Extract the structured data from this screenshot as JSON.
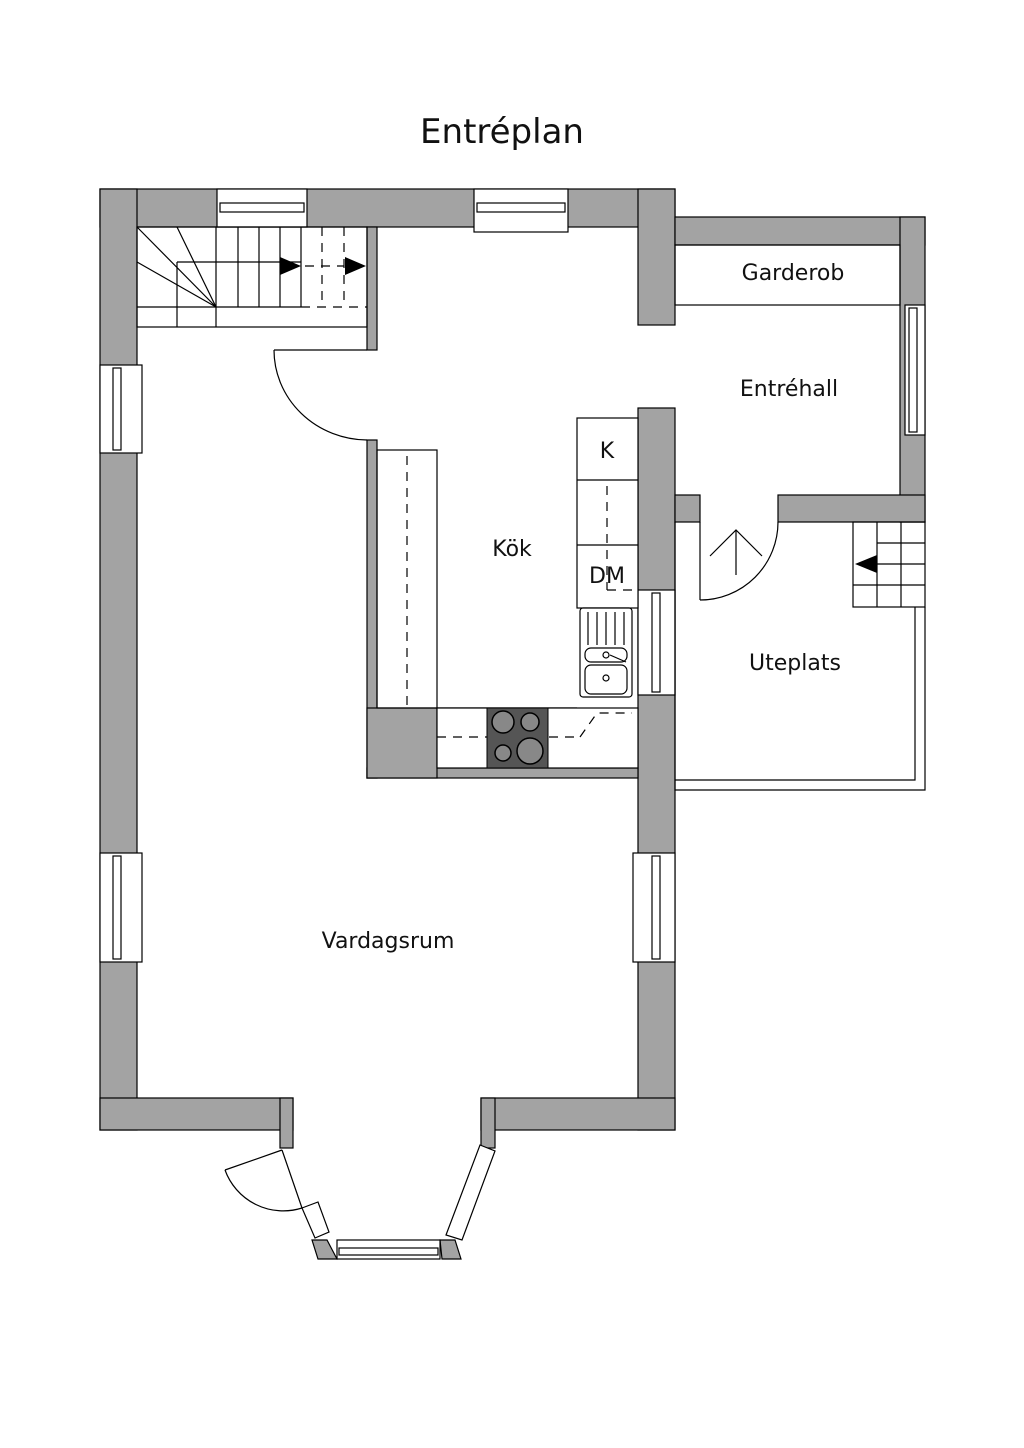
{
  "title": "Entréplan",
  "rooms": {
    "garderob": "Garderob",
    "entrehall": "Entréhall",
    "kok": "Kök",
    "kyl": "K",
    "diskmaskin": "DM",
    "uteplats": "Uteplats",
    "vardagsrum": "Vardagsrum"
  },
  "colors": {
    "wall": "#a3a3a3",
    "stove": "#555555"
  }
}
